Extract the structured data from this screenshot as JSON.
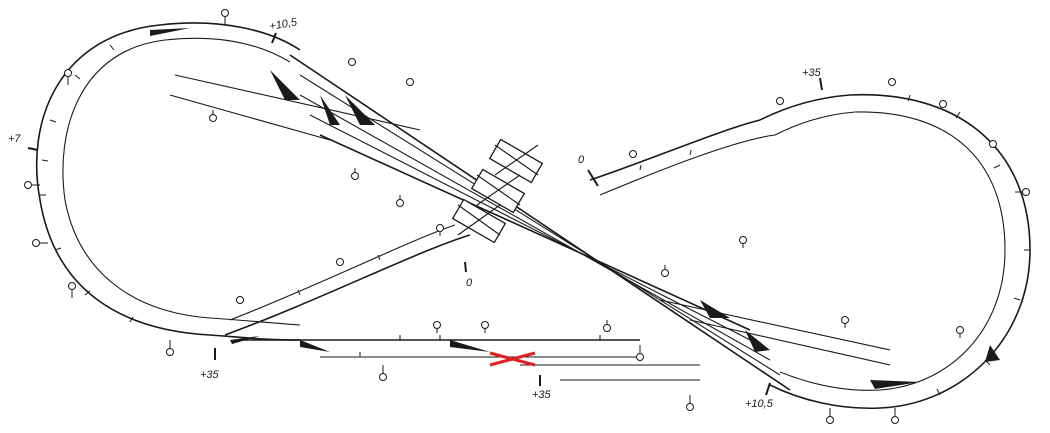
{
  "elevation_labels": {
    "upper_left_top": "+10,5",
    "left_side": "+7",
    "upper_right": "+35",
    "center_zero": "0",
    "lower_zero": "0",
    "bottom_left": "+35",
    "bottom_center": "+35",
    "bottom_right": "+10,5"
  },
  "colors": {
    "track": "#1a1a1a",
    "highlight": "#e02020",
    "background": "#ffffff"
  }
}
